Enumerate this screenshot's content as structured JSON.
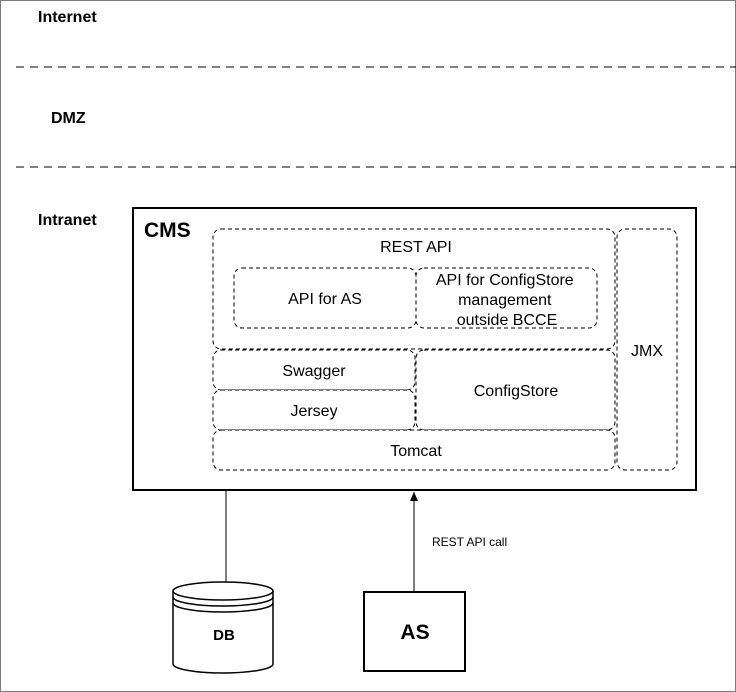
{
  "zones": {
    "internet": "Internet",
    "dmz": "DMZ",
    "intranet": "Intranet"
  },
  "cms": {
    "title": "CMS",
    "rest_api": "REST API",
    "api_for_as": "API for AS",
    "api_configstore": [
      "API for ConfigStore",
      "management",
      "outside BCCE"
    ],
    "swagger": "Swagger",
    "jersey": "Jersey",
    "configstore": "ConfigStore",
    "tomcat": "Tomcat",
    "jmx": "JMX"
  },
  "db": {
    "label": "DB"
  },
  "as": {
    "label": "AS"
  },
  "edges": {
    "rest_api_call": "REST API call"
  }
}
